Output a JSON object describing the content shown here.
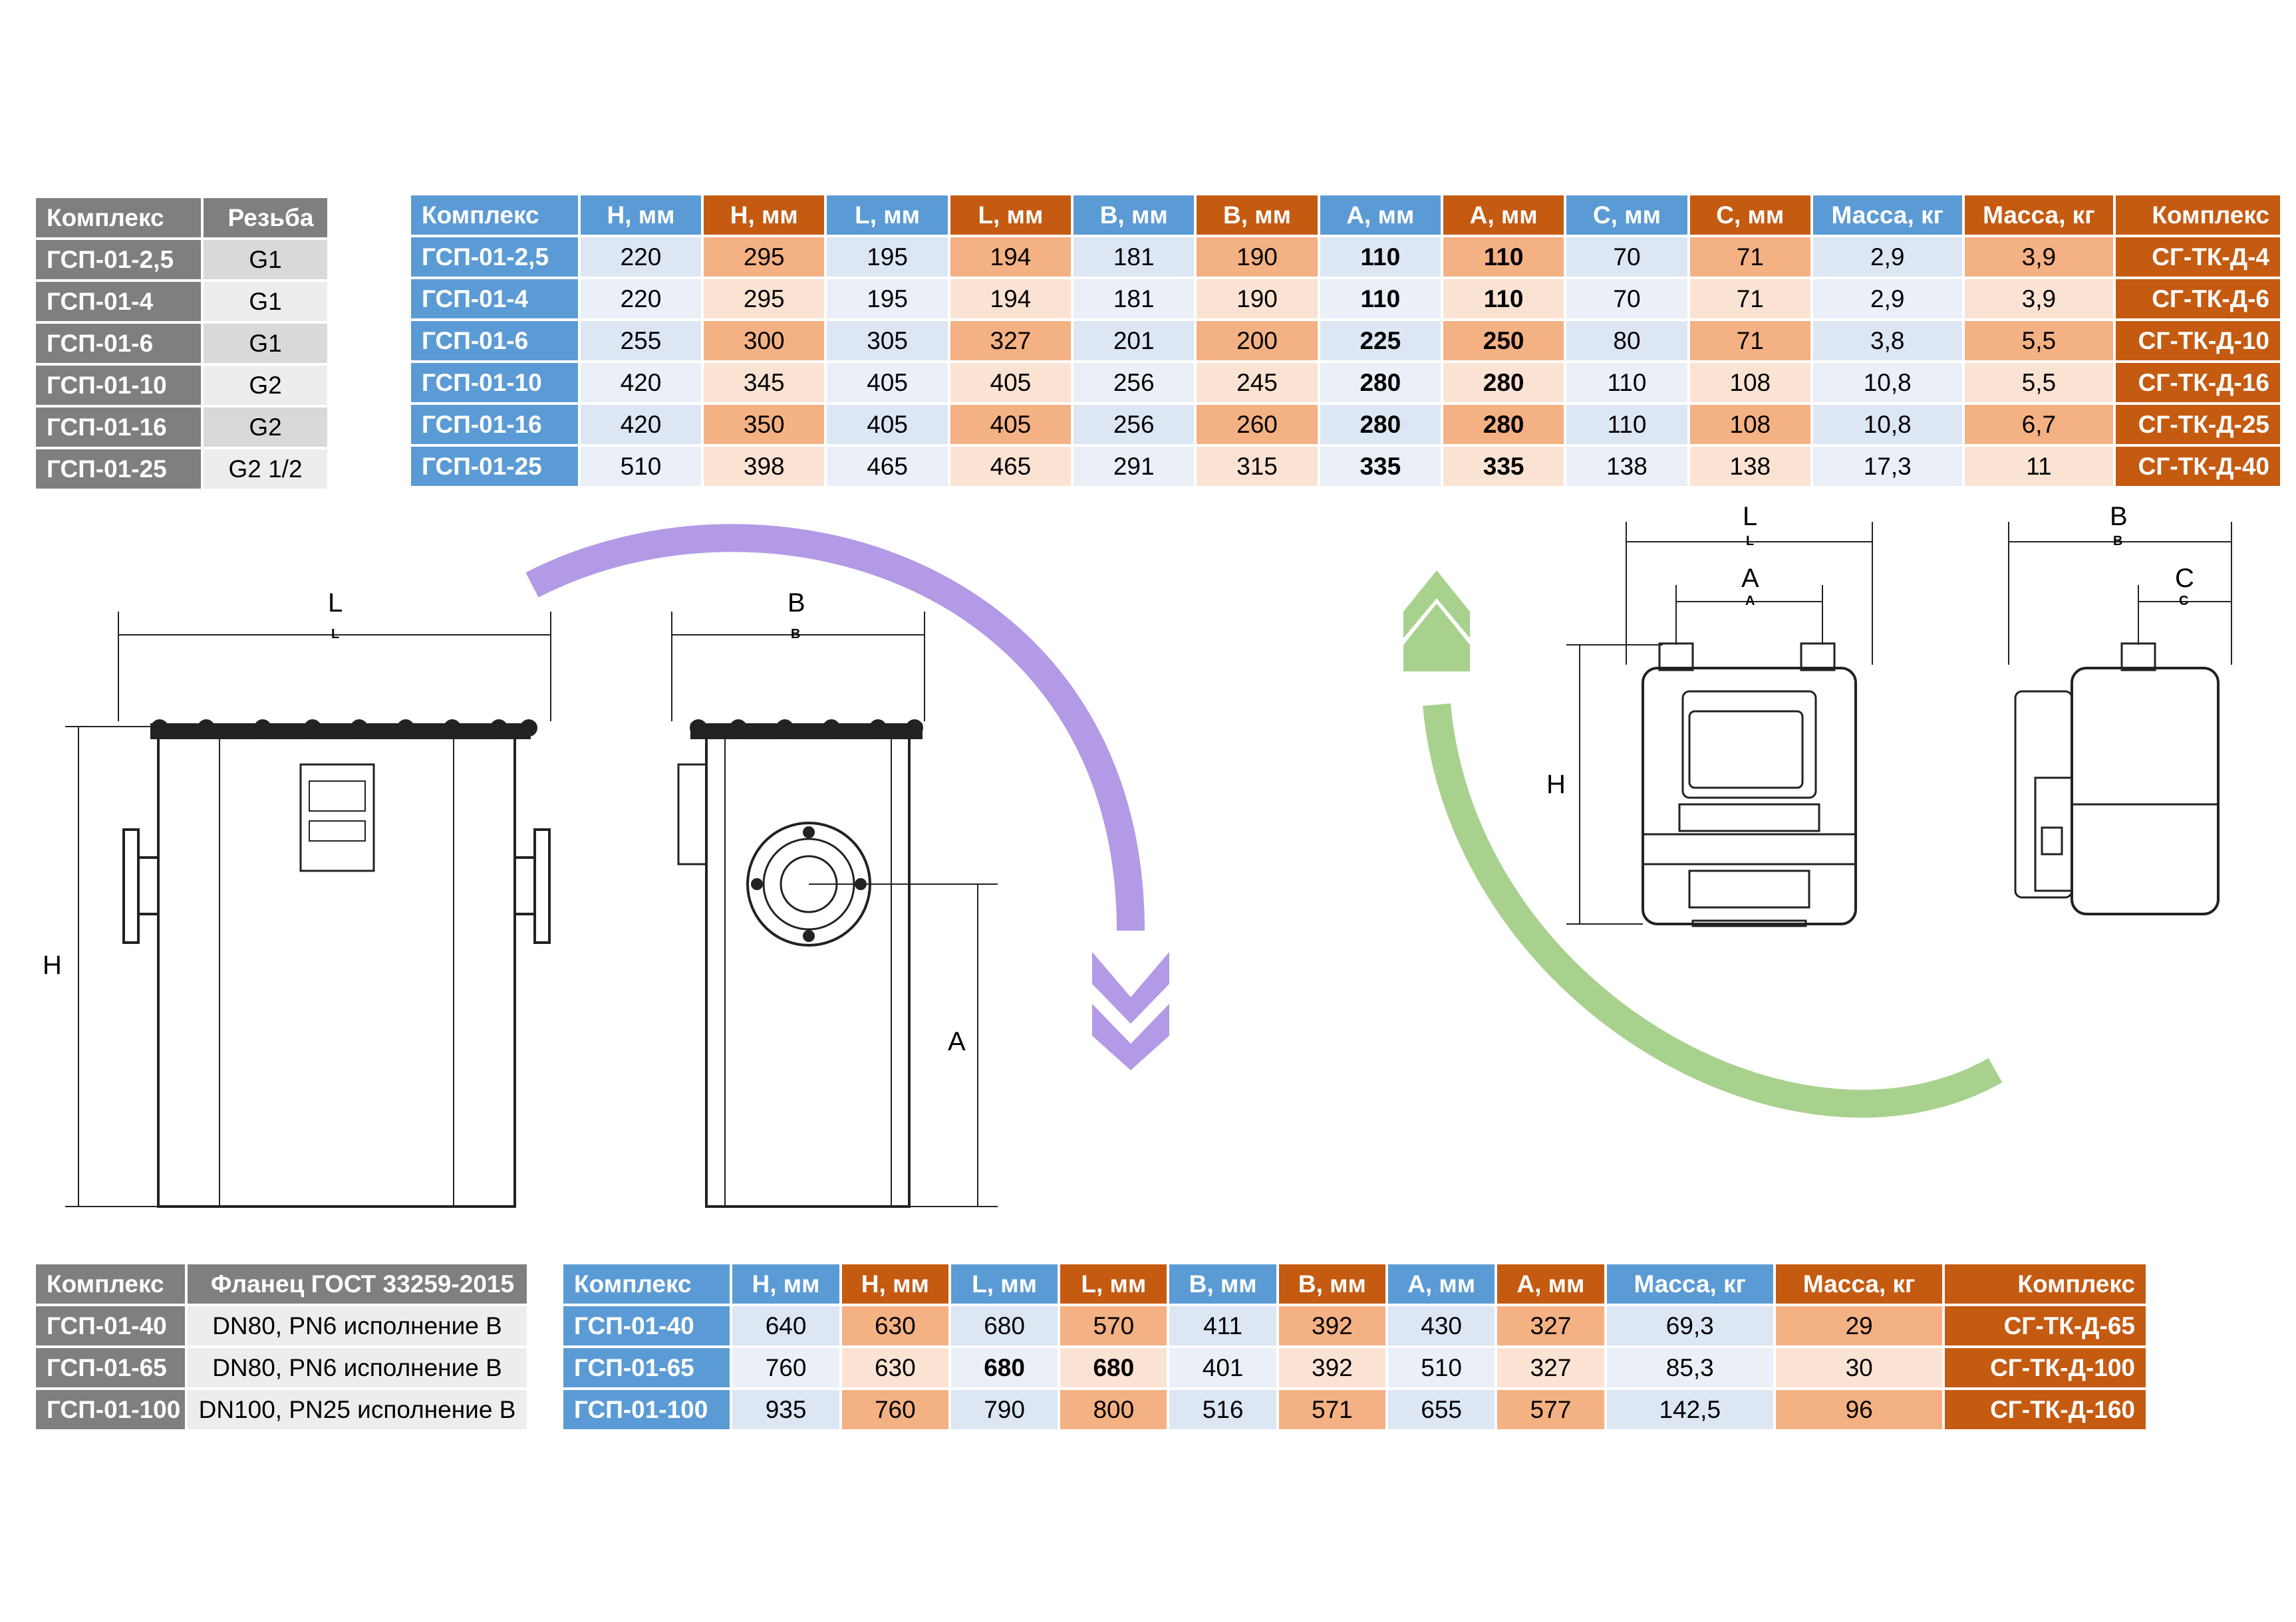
{
  "top_left": {
    "headers": [
      "Комплекс",
      "Резьба"
    ],
    "rows": [
      [
        "ГСП-01-2,5",
        "G1"
      ],
      [
        "ГСП-01-4",
        "G1"
      ],
      [
        "ГСП-01-6",
        "G1"
      ],
      [
        "ГСП-01-10",
        "G2"
      ],
      [
        "ГСП-01-16",
        "G2"
      ],
      [
        "ГСП-01-25",
        "G2 1/2"
      ]
    ]
  },
  "top_main": {
    "headers": [
      "Комплекс",
      "H, мм",
      "H, мм",
      "L, мм",
      "L, мм",
      "B, мм",
      "B, мм",
      "A, мм",
      "A, мм",
      "C, мм",
      "C, мм",
      "Масса, кг",
      "Масса, кг",
      "Комплекс"
    ],
    "header_colors": [
      "b",
      "b",
      "o",
      "b",
      "o",
      "b",
      "o",
      "b",
      "o",
      "b",
      "o",
      "b",
      "o",
      "o"
    ],
    "rows": [
      [
        "ГСП-01-2,5",
        "220",
        "295",
        "195",
        "194",
        "181",
        "190",
        "110",
        "110",
        "70",
        "71",
        "2,9",
        "3,9",
        "СГ-ТК-Д-4"
      ],
      [
        "ГСП-01-4",
        "220",
        "295",
        "195",
        "194",
        "181",
        "190",
        "110",
        "110",
        "70",
        "71",
        "2,9",
        "3,9",
        "СГ-ТК-Д-6"
      ],
      [
        "ГСП-01-6",
        "255",
        "300",
        "305",
        "327",
        "201",
        "200",
        "225",
        "250",
        "80",
        "71",
        "3,8",
        "5,5",
        "СГ-ТК-Д-10"
      ],
      [
        "ГСП-01-10",
        "420",
        "345",
        "405",
        "405",
        "256",
        "245",
        "280",
        "280",
        "110",
        "108",
        "10,8",
        "5,5",
        "СГ-ТК-Д-16"
      ],
      [
        "ГСП-01-16",
        "420",
        "350",
        "405",
        "405",
        "256",
        "260",
        "280",
        "280",
        "110",
        "108",
        "10,8",
        "6,7",
        "СГ-ТК-Д-25"
      ],
      [
        "ГСП-01-25",
        "510",
        "398",
        "465",
        "465",
        "291",
        "315",
        "335",
        "335",
        "138",
        "138",
        "17,3",
        "11",
        "СГ-ТК-Д-40"
      ]
    ],
    "bold_columns": [
      7,
      8
    ],
    "bold_cells": []
  },
  "bottom_left": {
    "headers": [
      "Комплекс",
      "Фланец ГОСТ 33259-2015"
    ],
    "rows": [
      [
        "ГСП-01-40",
        "DN80, PN6 исполнение B"
      ],
      [
        "ГСП-01-65",
        "DN80, PN6 исполнение B"
      ],
      [
        "ГСП-01-100",
        "DN100, PN25 исполнение B"
      ]
    ]
  },
  "bottom_main": {
    "headers": [
      "Комплекс",
      "H, мм",
      "H, мм",
      "L, мм",
      "L, мм",
      "B, мм",
      "B, мм",
      "A, мм",
      "A, мм",
      "Масса, кг",
      "Масса, кг",
      "Комплекс"
    ],
    "header_colors": [
      "b",
      "b",
      "o",
      "b",
      "o",
      "b",
      "o",
      "b",
      "o",
      "b",
      "o",
      "o"
    ],
    "rows": [
      [
        "ГСП-01-40",
        "640",
        "630",
        "680",
        "570",
        "411",
        "392",
        "430",
        "327",
        "69,3",
        "29",
        "СГ-ТК-Д-65"
      ],
      [
        "ГСП-01-65",
        "760",
        "630",
        "680",
        "680",
        "401",
        "392",
        "510",
        "327",
        "85,3",
        "30",
        "СГ-ТК-Д-100"
      ],
      [
        "ГСП-01-100",
        "935",
        "760",
        "790",
        "800",
        "516",
        "571",
        "655",
        "577",
        "142,5",
        "96",
        "СГ-ТК-Д-160"
      ]
    ],
    "bold_columns": [],
    "bold_cells": [
      [
        1,
        3
      ],
      [
        1,
        4
      ]
    ]
  },
  "drawing_labels": {
    "left_L": "L",
    "left_L_small": "L",
    "left_H": "H",
    "left_B": "B",
    "left_B_small": "B",
    "left_A": "A",
    "right_L": "L",
    "right_L_small": "L",
    "right_A": "A",
    "right_A_small": "A",
    "right_H": "H",
    "right_B": "B",
    "right_B_small": "B",
    "right_C": "C",
    "right_C_small": "C"
  },
  "colors": {
    "blue_header": "#5b9bd5",
    "orange_header": "#c55a11",
    "purple_arrow": "#b39ae6",
    "green_arrow": "#a9d18e",
    "gray_header": "#7f7f7f"
  },
  "icons": [
    "purple-curved-arrow-icon",
    "green-curved-arrow-icon"
  ]
}
